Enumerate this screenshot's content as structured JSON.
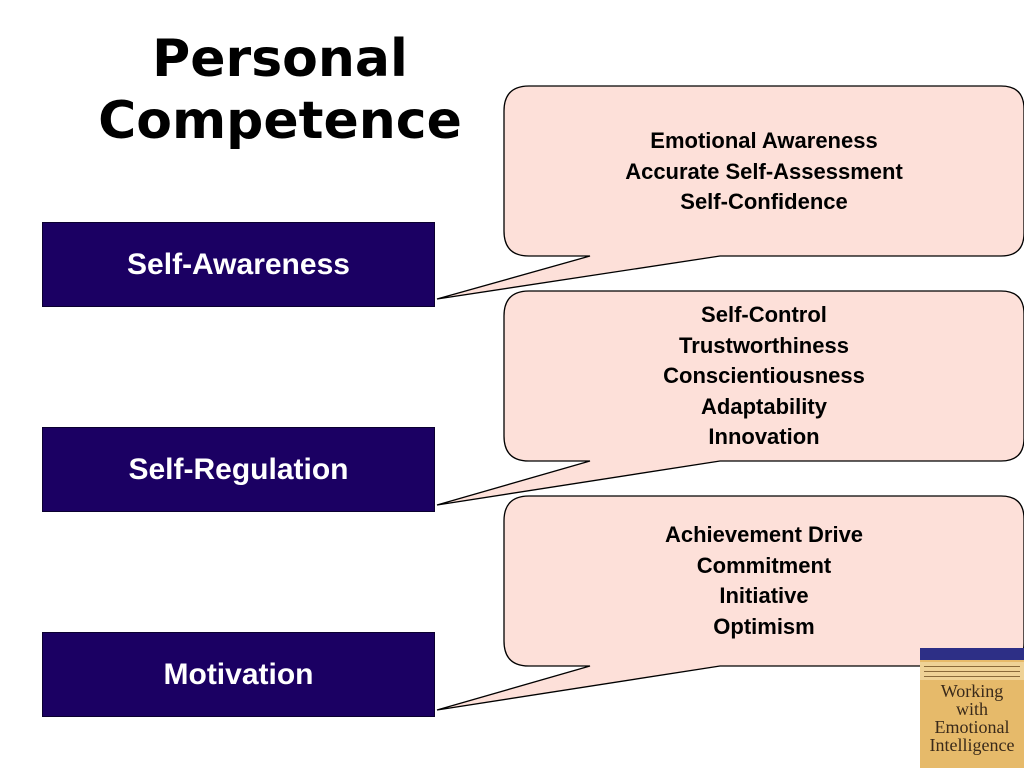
{
  "title": {
    "line1": "Personal",
    "line2": "Competence"
  },
  "bubbles": [
    {
      "lines": [
        "Emotional Awareness",
        "Accurate Self-Assessment",
        "Self-Confidence"
      ]
    },
    {
      "lines": [
        "Self-Control",
        "Trustworthiness",
        "Conscientiousness",
        "Adaptability",
        "Innovation"
      ]
    },
    {
      "lines": [
        "Achievement Drive",
        "Commitment",
        "Initiative",
        "Optimism"
      ]
    }
  ],
  "boxes": [
    {
      "label": "Self-Awareness"
    },
    {
      "label": "Self-Regulation"
    },
    {
      "label": "Motivation"
    }
  ],
  "book": {
    "line1": "Working",
    "line2": "with",
    "line3": "Emotional",
    "line4": "Intelligence"
  },
  "colors": {
    "box_fill": "#1b0063",
    "bubble_fill": "#fde0d9",
    "bubble_stroke": "#000000"
  }
}
